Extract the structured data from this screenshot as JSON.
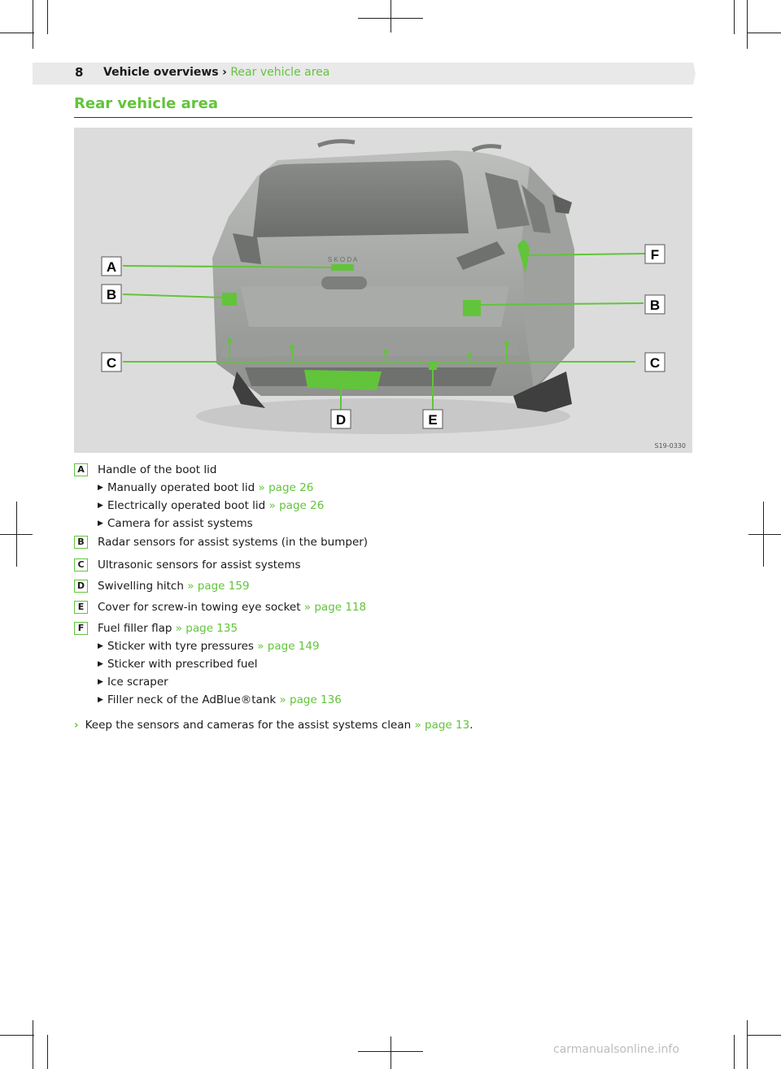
{
  "header": {
    "page_number": "8",
    "breadcrumb_parent": "Vehicle overviews",
    "separator": "›",
    "breadcrumb_current": "Rear vehicle area"
  },
  "section": {
    "title": "Rear vehicle area"
  },
  "figure": {
    "code": "S19-0330",
    "callouts": [
      "A",
      "B",
      "B",
      "C",
      "C",
      "D",
      "E",
      "F"
    ],
    "brand_lettering": "S K O D A"
  },
  "legend": [
    {
      "key": "A",
      "text": "Handle of the boot lid",
      "ref": "",
      "bullets": [
        {
          "text": "Manually operated boot lid ",
          "ref": "» page 26"
        },
        {
          "text": "Electrically operated boot lid ",
          "ref": "» page 26"
        },
        {
          "text": "Camera for assist systems",
          "ref": ""
        }
      ]
    },
    {
      "key": "B",
      "text": "Radar sensors for assist systems (in the bumper)",
      "ref": "",
      "bullets": []
    },
    {
      "key": "C",
      "text": "Ultrasonic sensors for assist systems",
      "ref": "",
      "bullets": []
    },
    {
      "key": "D",
      "text": "Swivelling hitch ",
      "ref": "» page 159",
      "bullets": []
    },
    {
      "key": "E",
      "text": "Cover for screw-in towing eye socket ",
      "ref": "» page 118",
      "bullets": []
    },
    {
      "key": "F",
      "text": "Fuel filler flap ",
      "ref": "» page 135",
      "bullets": [
        {
          "text": "Sticker with tyre pressures ",
          "ref": "» page 149"
        },
        {
          "text": "Sticker with prescribed fuel",
          "ref": ""
        },
        {
          "text": "Ice scraper",
          "ref": ""
        },
        {
          "text": "Filler neck of the AdBlue®tank ",
          "ref": "» page 136"
        }
      ]
    }
  ],
  "note": {
    "arrow": "›",
    "text": "Keep the sensors and cameras for the assist systems clean ",
    "ref": "» page 13",
    "end": "."
  },
  "watermark": "carmanualsonline.info",
  "colors": {
    "accent": "#62c43b",
    "header_band": "#e9e9e9"
  }
}
